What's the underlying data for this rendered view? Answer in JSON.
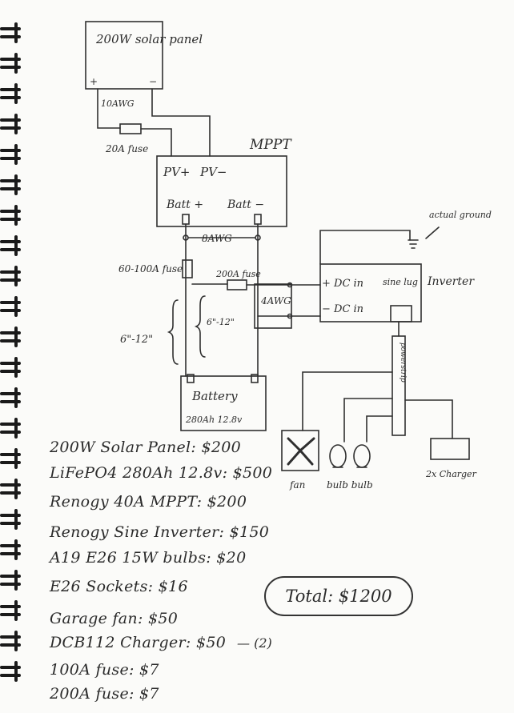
{
  "diagram": {
    "panel_label": "200W solar panel",
    "panel_plus": "+",
    "panel_minus": "−",
    "wire_pv": "10AWG",
    "fuse_pv": "20A fuse",
    "mppt_title": "MPPT",
    "mppt_pv_plus": "PV+",
    "mppt_pv_minus": "PV−",
    "mppt_batt_plus": "Batt +",
    "mppt_batt_minus": "Batt −",
    "wire_batt": "8AWG",
    "fuse_batt": "60-100A fuse",
    "fuse_inv": "200A fuse",
    "dist_left": "6\"-12\"",
    "dist_mid": "6\"-12\"",
    "wire_inv": "4AWG",
    "inverter_label": "Inverter",
    "dc_in_plus": "+ DC in",
    "dc_in_minus": "− DC in",
    "sine_wave": "sine lug",
    "ground_note": "actual ground",
    "battery_title": "Battery",
    "battery_spec": "280Ah 12.8v",
    "power_strip": "powerstrip",
    "load_fan": "fan",
    "load_bulbs": "bulb bulb",
    "load_charger": "2x Charger"
  },
  "parts": [
    "200W Solar Panel: $200",
    "LiFePO4 280Ah 12.8v: $500",
    "Renogy 40A MPPT: $200",
    "Renogy Sine Inverter: $150",
    "A19 E26 15W bulbs: $20",
    "E26 Sockets: $16",
    "Garage fan: $50",
    "DCB112 Charger: $50",
    "100A fuse: $7",
    "200A fuse: $7"
  ],
  "charger_qty": "— (2)",
  "total": "Total: $1200"
}
